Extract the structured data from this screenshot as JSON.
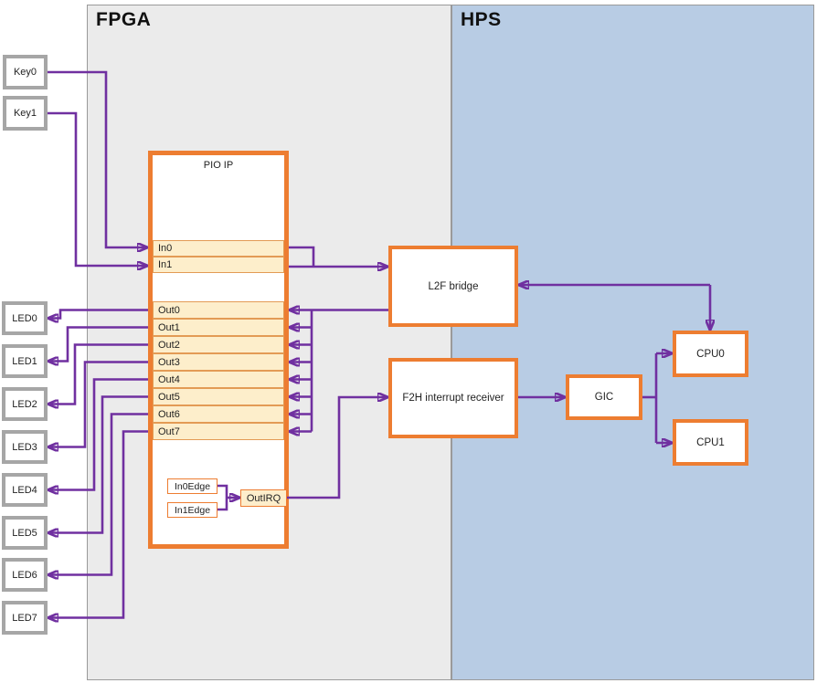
{
  "colors": {
    "wire": "#7030a0",
    "block_border": "#ed7d31",
    "row_fill": "#fdeecb",
    "fpga_fill": "#ebebeb",
    "hps_fill": "#b8cce4",
    "node_border": "#a6a6a6"
  },
  "regions": {
    "fpga": "FPGA",
    "hps": "HPS"
  },
  "keys": [
    {
      "label": "Key0"
    },
    {
      "label": "Key1"
    }
  ],
  "leds": [
    {
      "label": "LED0"
    },
    {
      "label": "LED1"
    },
    {
      "label": "LED2"
    },
    {
      "label": "LED3"
    },
    {
      "label": "LED4"
    },
    {
      "label": "LED5"
    },
    {
      "label": "LED6"
    },
    {
      "label": "LED7"
    }
  ],
  "pio": {
    "title": "PIO IP",
    "inputs": [
      {
        "label": "In0"
      },
      {
        "label": "In1"
      }
    ],
    "outputs": [
      {
        "label": "Out0"
      },
      {
        "label": "Out1"
      },
      {
        "label": "Out2"
      },
      {
        "label": "Out3"
      },
      {
        "label": "Out4"
      },
      {
        "label": "Out5"
      },
      {
        "label": "Out6"
      },
      {
        "label": "Out7"
      }
    ],
    "edge_detectors": [
      {
        "label": "In0Edge"
      },
      {
        "label": "In1Edge"
      }
    ],
    "irq": {
      "label": "OutIRQ"
    }
  },
  "blocks": {
    "l2f": {
      "label": "L2F bridge"
    },
    "f2h": {
      "label": "F2H interrupt receiver"
    },
    "gic": {
      "label": "GIC"
    },
    "cpu0": {
      "label": "CPU0"
    },
    "cpu1": {
      "label": "CPU1"
    }
  }
}
